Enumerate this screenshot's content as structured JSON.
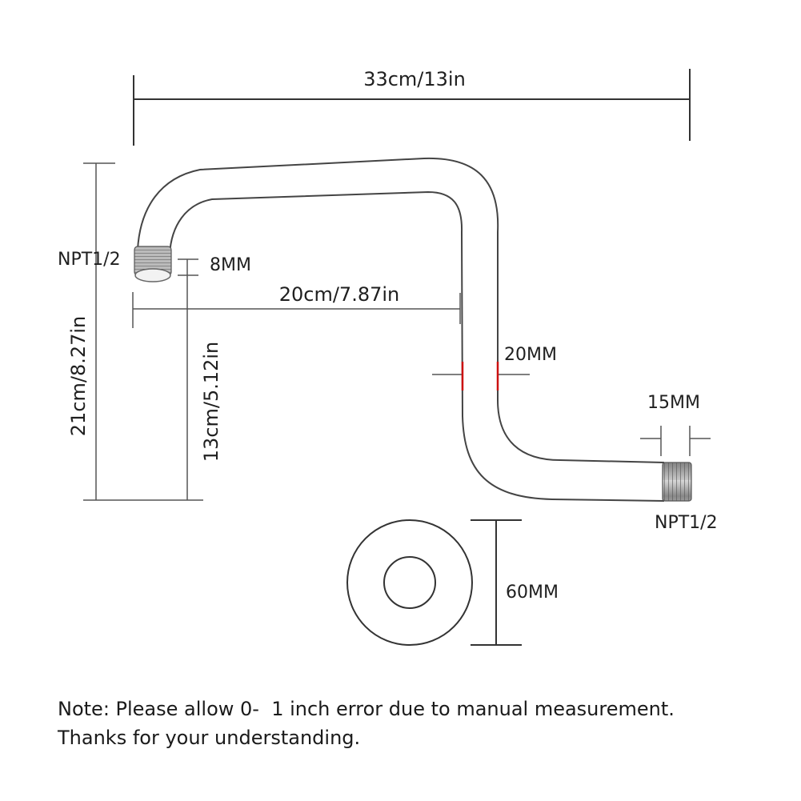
{
  "dimensions": {
    "total_length": "33cm/13in",
    "total_height": "21cm/8.27in",
    "offset_height": "13cm/5.12in",
    "reach": "20cm/7.87in",
    "thread_length_top": "8MM",
    "pipe_diameter": "20MM",
    "thread_length_end": "15MM",
    "flange_diameter": "60MM"
  },
  "threads": {
    "top": "NPT1/2",
    "end": "NPT1/2"
  },
  "note": {
    "line1": "Note: Please allow 0-  1 inch error due to manual measurement.",
    "line2": "Thanks for your understanding."
  },
  "colors": {
    "marker_red": "#cc1111",
    "line": "#333333"
  }
}
